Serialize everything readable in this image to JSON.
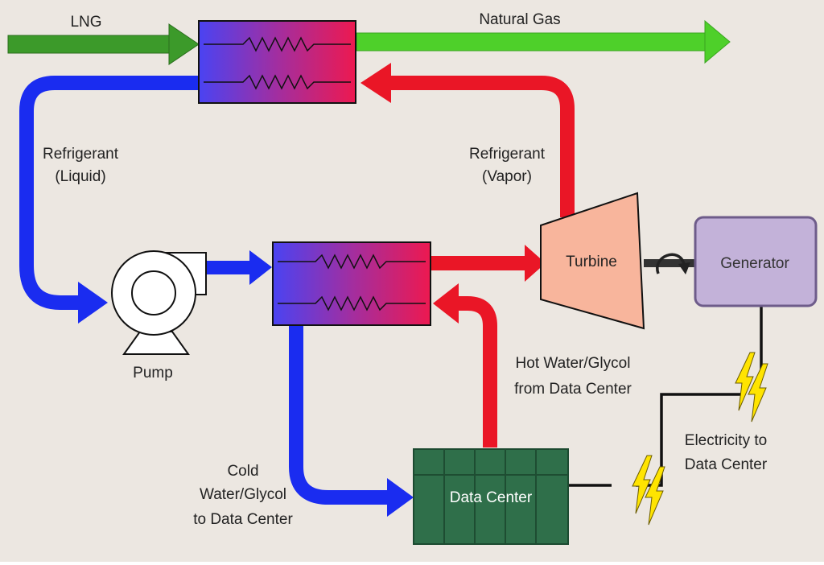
{
  "colors": {
    "background": "#ece7e1",
    "lng_green": "#3c9a2a",
    "natural_gas_green": "#4ed02a",
    "refrigerant_liquid_blue": "#1a2cf0",
    "refrigerant_vapor_red": "#ea1626",
    "heat_exchanger_gradient": [
      "#4a43f2",
      "#ed1950"
    ],
    "turbine_fill": "#f8b59c",
    "generator_fill": "#c3b2d9",
    "data_center_fill": "#2f6f4a",
    "lightning": "#ffe400"
  },
  "labels": {
    "lng": "LNG",
    "natural_gas": "Natural Gas",
    "refrigerant_liquid": [
      "Refrigerant",
      "(Liquid)"
    ],
    "refrigerant_vapor": [
      "Refrigerant",
      "(Vapor)"
    ],
    "pump": "Pump",
    "turbine": "Turbine",
    "generator": "Generator",
    "hot_water": [
      "Hot Water/Glycol",
      "from Data Center"
    ],
    "cold_water": [
      "Cold",
      "Water/Glycol",
      "to Data Center"
    ],
    "electricity": [
      "Electricity to",
      "Data Center"
    ],
    "data_center": "Data Center"
  },
  "icons": [
    "heat-exchanger-icon",
    "pump-icon",
    "turbine-icon",
    "shaft-rotation-icon",
    "lightning-bolt-icon"
  ]
}
